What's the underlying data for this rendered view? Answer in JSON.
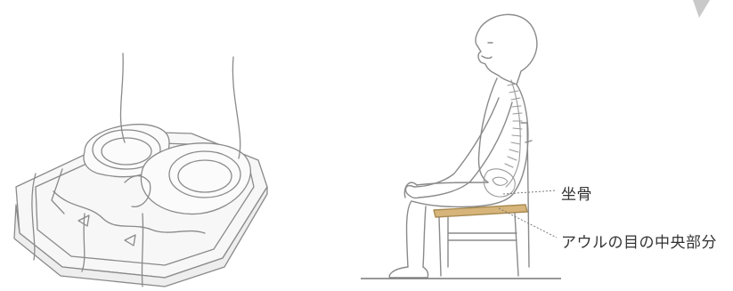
{
  "diagram": {
    "labels": {
      "sit_bone": "坐骨",
      "center_part": "アウルの目の中央部分"
    },
    "colors": {
      "line": "#8a8a8a",
      "spine": "#999999",
      "seat_pad": "#c9a66b",
      "chair": "#8a8a8a",
      "floor": "#777777"
    },
    "icons": [
      "cushion-illustration",
      "seated-person-illustration",
      "chair-illustration"
    ]
  }
}
